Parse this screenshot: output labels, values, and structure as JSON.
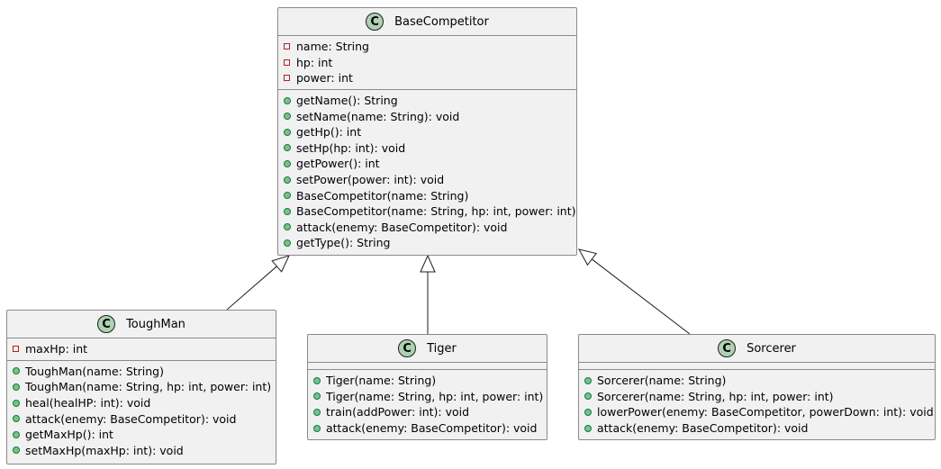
{
  "diagram": {
    "classes": [
      {
        "key": "base",
        "badge": "C",
        "name": "BaseCompetitor",
        "fields": [
          {
            "visibility": "private",
            "text": "name: String"
          },
          {
            "visibility": "private",
            "text": "hp: int"
          },
          {
            "visibility": "private",
            "text": "power: int"
          }
        ],
        "methods": [
          {
            "visibility": "public",
            "text": "getName(): String"
          },
          {
            "visibility": "public",
            "text": "setName(name: String): void"
          },
          {
            "visibility": "public",
            "text": "getHp(): int"
          },
          {
            "visibility": "public",
            "text": "setHp(hp: int): void"
          },
          {
            "visibility": "public",
            "text": "getPower(): int"
          },
          {
            "visibility": "public",
            "text": "setPower(power: int): void"
          },
          {
            "visibility": "public",
            "text": "BaseCompetitor(name: String)"
          },
          {
            "visibility": "public",
            "text": "BaseCompetitor(name: String, hp: int, power: int)"
          },
          {
            "visibility": "public",
            "text": "attack(enemy: BaseCompetitor): void"
          },
          {
            "visibility": "public",
            "text": "getType(): String"
          }
        ]
      },
      {
        "key": "toughman",
        "badge": "C",
        "name": "ToughMan",
        "fields": [
          {
            "visibility": "private",
            "text": "maxHp: int"
          }
        ],
        "methods": [
          {
            "visibility": "public",
            "text": "ToughMan(name: String)"
          },
          {
            "visibility": "public",
            "text": "ToughMan(name: String, hp: int, power: int)"
          },
          {
            "visibility": "public",
            "text": "heal(healHP: int): void"
          },
          {
            "visibility": "public",
            "text": "attack(enemy: BaseCompetitor): void"
          },
          {
            "visibility": "public",
            "text": "getMaxHp(): int"
          },
          {
            "visibility": "public",
            "text": "setMaxHp(maxHp: int): void"
          }
        ]
      },
      {
        "key": "tiger",
        "badge": "C",
        "name": "Tiger",
        "fields": [],
        "methods": [
          {
            "visibility": "public",
            "text": "Tiger(name: String)"
          },
          {
            "visibility": "public",
            "text": "Tiger(name: String, hp: int, power: int)"
          },
          {
            "visibility": "public",
            "text": "train(addPower: int): void"
          },
          {
            "visibility": "public",
            "text": "attack(enemy: BaseCompetitor): void"
          }
        ]
      },
      {
        "key": "sorcerer",
        "badge": "C",
        "name": "Sorcerer",
        "fields": [],
        "methods": [
          {
            "visibility": "public",
            "text": "Sorcerer(name: String)"
          },
          {
            "visibility": "public",
            "text": "Sorcerer(name: String, hp: int, power: int)"
          },
          {
            "visibility": "public",
            "text": "lowerPower(enemy: BaseCompetitor, powerDown: int): void"
          },
          {
            "visibility": "public",
            "text": "attack(enemy: BaseCompetitor): void"
          }
        ]
      }
    ],
    "relations": [
      {
        "type": "inheritance",
        "from": "toughman",
        "to": "base"
      },
      {
        "type": "inheritance",
        "from": "tiger",
        "to": "base"
      },
      {
        "type": "inheritance",
        "from": "sorcerer",
        "to": "base"
      }
    ],
    "colors": {
      "class_fill": "#f1f1f1",
      "border": "#8a8a8a",
      "badge_fill": "#add1b2",
      "private_marker": "#b22222",
      "public_marker_fill": "#84be84",
      "public_marker_border": "#038048",
      "edge": "#1f1f1f"
    }
  }
}
